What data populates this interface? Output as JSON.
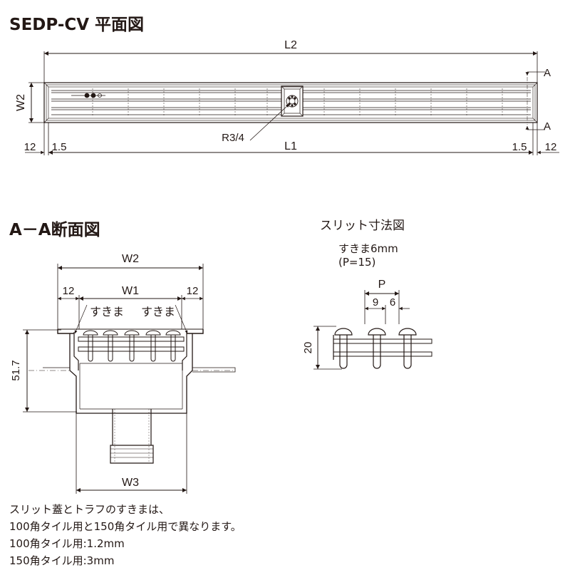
{
  "headings": {
    "plan": "SEDP-CV 平面図",
    "section": "A－A断面図",
    "slit": "スリット寸法図"
  },
  "plan_labels": {
    "L2": "L2",
    "W2": "W2",
    "A_top": "A",
    "A_bottom": "A",
    "R34": "R3/4",
    "L1": "L1",
    "left_12": "12",
    "left_15": "1.5",
    "right_15": "1.5",
    "right_12": "12"
  },
  "section_labels": {
    "W2": "W2",
    "left_12": "12",
    "W1": "W1",
    "right_12": "12",
    "gap_left": "すきま",
    "gap_right": "すきま",
    "height": "51.7",
    "W3": "W3"
  },
  "slit_labels": {
    "gap": "すきま6mm",
    "pitch_note": "(P=15)",
    "P": "P",
    "d9": "9",
    "d6": "6",
    "h20": "20"
  },
  "notes": [
    "スリット蓋とトラフのすきまは、",
    "100角タイル用と150角タイル用で異なります。",
    "100角タイル用:1.2mm",
    "150角タイル用:3mm"
  ],
  "colors": {
    "line": "#231815",
    "background": "#ffffff"
  }
}
